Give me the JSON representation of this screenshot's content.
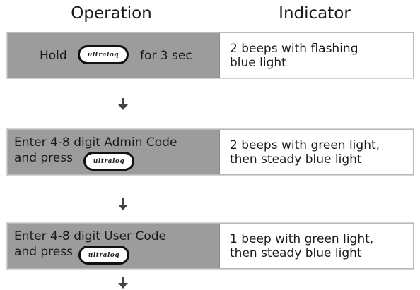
{
  "headers": {
    "operation": "Operation",
    "indicator": "Indicator"
  },
  "button_logo": "ultraloq",
  "steps": [
    {
      "operation": {
        "before": "Hold",
        "after": "for 3 sec"
      },
      "indicator": [
        "2 beeps with flashing",
        "blue light"
      ]
    },
    {
      "operation": {
        "line1": "Enter 4-8 digit Admin Code",
        "line2": "and press"
      },
      "indicator": [
        "2 beeps with green light,",
        "then steady blue light"
      ]
    },
    {
      "operation": {
        "line1": "Enter 4-8 digit User Code",
        "line2": "and press"
      },
      "indicator": [
        "1 beep with green light,",
        "then steady blue light"
      ]
    }
  ],
  "colors": {
    "operation_bg": "#9c9c9c",
    "indicator_bg": "#ffffff",
    "arrow": "#444444"
  },
  "icons": {
    "button": "ultraloq-button-icon",
    "arrow": "down-arrow-icon"
  }
}
